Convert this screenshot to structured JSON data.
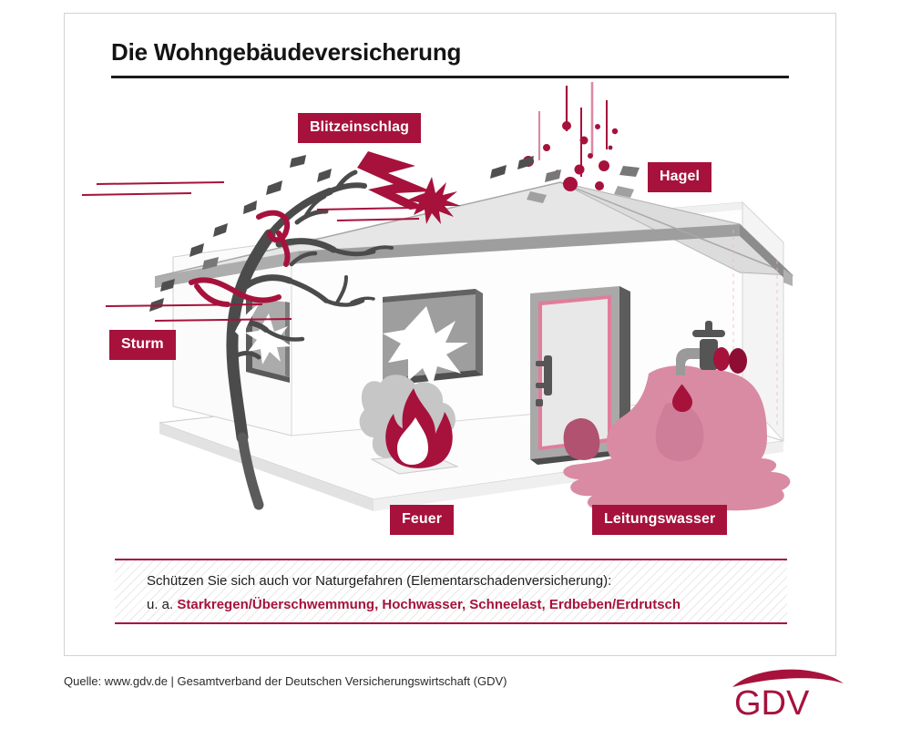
{
  "page": {
    "title": "Die Wohngebäudeversicherung",
    "background": "#ffffff",
    "frame_border_color": "#d2d2d2"
  },
  "colors": {
    "brand_red": "#A6123C",
    "dark_red": "#8E0E33",
    "water_pink": "#D98BA4",
    "roof_gray": "#B9B9B9",
    "wall_light": "#F2F2F2",
    "tree_gray": "#4B4B4B",
    "text_dark": "#141414"
  },
  "labels": [
    {
      "id": "blitzeinschlag",
      "text": "Blitzeinschlag",
      "icon": "lightning-icon"
    },
    {
      "id": "hagel",
      "text": "Hagel",
      "icon": "hail-icon"
    },
    {
      "id": "sturm",
      "text": "Sturm",
      "icon": "storm-icon"
    },
    {
      "id": "feuer",
      "text": "Feuer",
      "icon": "fire-icon"
    },
    {
      "id": "leitungswasser",
      "text": "Leitungswasser",
      "icon": "water-tap-icon"
    }
  ],
  "infobox": {
    "line1": "Schützen Sie sich auch vor Naturgefahren (Elementarschadenversicherung):",
    "line2_prefix": "u. a. ",
    "line2_highlight": "Starkregen/Überschwemmung, Hochwasser, Schneelast, Erdbeben/Erdrutsch"
  },
  "footer": {
    "source": "Quelle: www.gdv.de | Gesamtverband der Deutschen Versicherungswirtschaft (GDV)",
    "logo_text": "GDV"
  }
}
